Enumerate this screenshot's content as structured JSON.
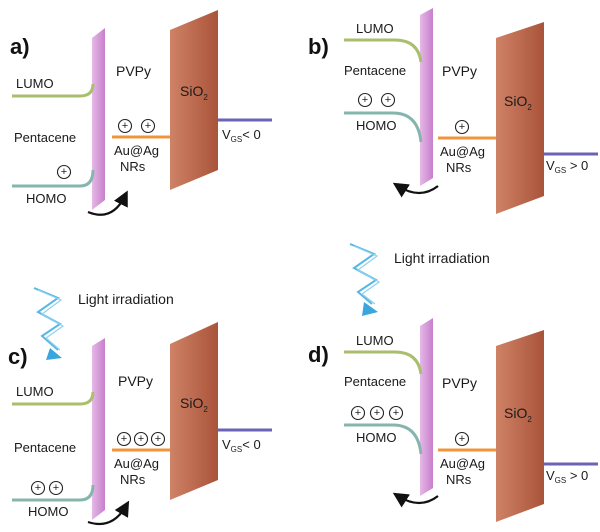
{
  "colors": {
    "lumo": "#a9bf6e",
    "homo": "#86b5ae",
    "pvpy": "#c97fcc",
    "pvpy_light": "#e4b8e6",
    "sio2": "#a9543a",
    "sio2_light": "#cf8266",
    "auag": "#f0943b",
    "gate": "#6b63b5",
    "light": "#56b8e4",
    "text": "#1a1a1a"
  },
  "icons": {
    "hole": "circled-plus",
    "arrow": "curved-black-arrow",
    "light": "zigzag-light-ray"
  },
  "panels": [
    {
      "label": "a)",
      "lumo": "LUMO",
      "pentacene": "Pentacene",
      "homo": "HOMO",
      "pvpy": "PVPy",
      "sio2_main": "SiO",
      "sio2_sub": "2",
      "auag": "Au@Ag",
      "nrs": "NRs",
      "vgs_main": "V",
      "vgs_sub": "GS",
      "vgs_rel": "< 0",
      "holes_homo": 1,
      "holes_nr": 2
    },
    {
      "label": "b)",
      "lumo": "LUMO",
      "pentacene": "Pentacene",
      "homo": "HOMO",
      "pvpy": "PVPy",
      "sio2_main": "SiO",
      "sio2_sub": "2",
      "auag": "Au@Ag",
      "nrs": "NRs",
      "vgs_main": "V",
      "vgs_sub": "GS",
      "vgs_rel": " > 0",
      "holes_homo": 2,
      "holes_nr": 1
    },
    {
      "label": "c)",
      "light": "Light irradiation",
      "lumo": "LUMO",
      "pentacene": "Pentacene",
      "homo": "HOMO",
      "pvpy": "PVPy",
      "sio2_main": "SiO",
      "sio2_sub": "2",
      "auag": "Au@Ag",
      "nrs": "NRs",
      "vgs_main": "V",
      "vgs_sub": "GS",
      "vgs_rel": "< 0",
      "holes_homo": 2,
      "holes_nr": 3
    },
    {
      "label": "d)",
      "light": "Light irradiation",
      "lumo": "LUMO",
      "pentacene": "Pentacene",
      "homo": "HOMO",
      "pvpy": "PVPy",
      "sio2_main": "SiO",
      "sio2_sub": "2",
      "auag": "Au@Ag",
      "nrs": "NRs",
      "vgs_main": "V",
      "vgs_sub": "GS",
      "vgs_rel": " > 0",
      "holes_homo": 3,
      "holes_nr": 1
    }
  ]
}
